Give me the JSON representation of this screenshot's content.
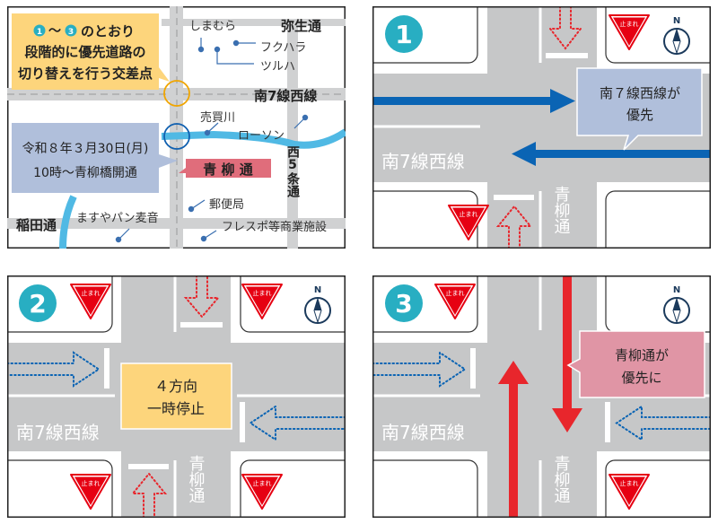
{
  "colors": {
    "road": "#c6c7c8",
    "priority_blue": "#0a64b4",
    "priority_red": "#e8262c",
    "badge_teal": "#28aec2",
    "callout_yellow": "#fdd57c",
    "callout_blue": "#b0bfdb",
    "callout_pink": "#e095a5",
    "road_label_red": "#e06d7b",
    "river": "#50b9e4",
    "stop_sign": "#e60012"
  },
  "stop_sign_text": "止まれ",
  "compass_label": "N",
  "map": {
    "stages_callout": {
      "badge_start": "1",
      "tilde": "～",
      "badge_end": "3",
      "line1_suffix": "のとおり",
      "line2": "段階的に優先道路の",
      "line3": "切り替えを行う交差点"
    },
    "opening_callout": {
      "line1": "令和８年３月30日(月)",
      "line2": "10時～青柳橋開通"
    },
    "road_label": "青 柳 通",
    "labels": {
      "shimamura": "しまむら",
      "yayoi_dori": "弥生通",
      "fukuhara": "フクハラ",
      "tsuruha": "ツルハ",
      "minami7": "南7線西線",
      "urikaigawa": "売買川",
      "lawson": "ローソン",
      "nishi5jo": "西5条通",
      "post_office": "郵便局",
      "inada_dori": "稲田通",
      "masuya": "ますやパン麦音",
      "frespo": "フレスポ等商業施設"
    }
  },
  "panels": [
    {
      "badge": "1",
      "road_h": "南7線西線",
      "road_v": "青柳通",
      "callout": [
        "南７線西線が",
        "優先"
      ]
    },
    {
      "badge": "2",
      "road_h": "南7線西線",
      "road_v": "青柳通",
      "callout": [
        "４方向",
        "一時停止"
      ]
    },
    {
      "badge": "3",
      "road_h": "南7線西線",
      "road_v": "青柳通",
      "callout": [
        "青柳通が",
        "優先に"
      ]
    }
  ]
}
